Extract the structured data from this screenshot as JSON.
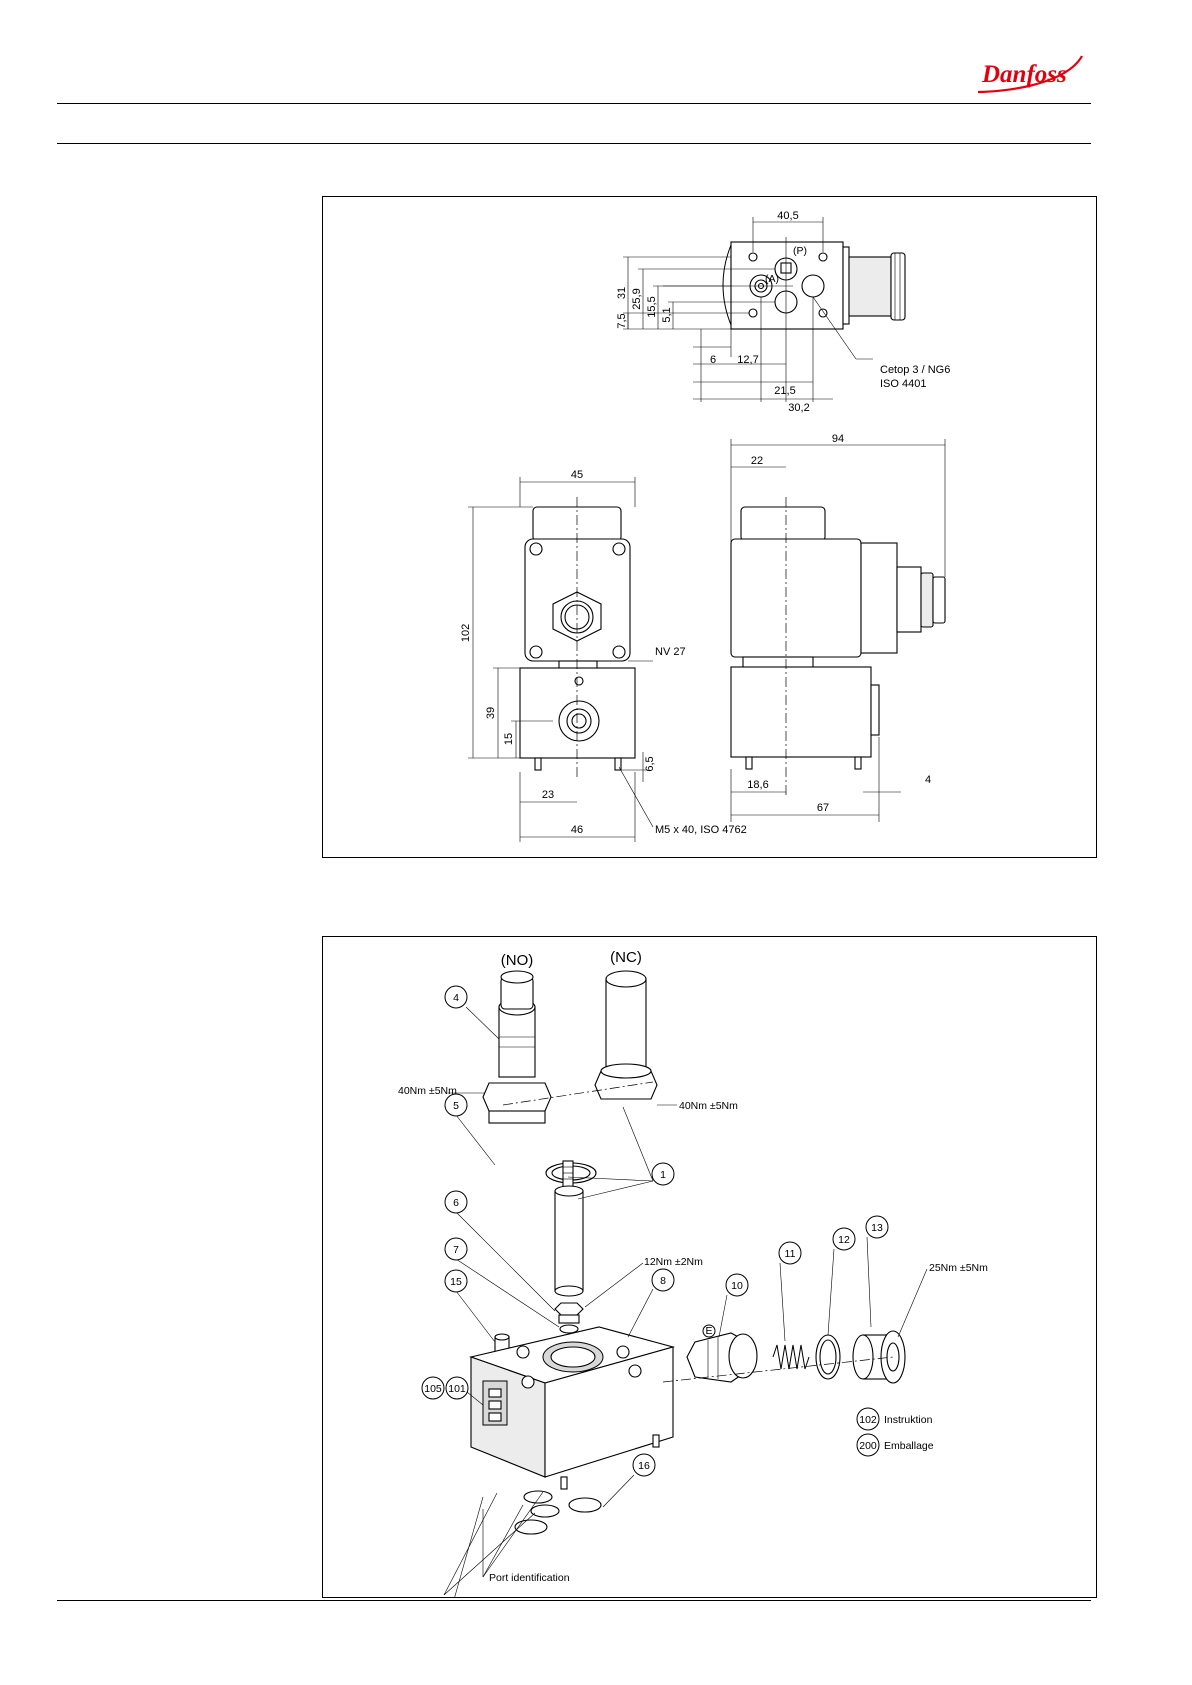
{
  "brand": {
    "name": "Danfoss",
    "color": "#e2000f"
  },
  "dimension_drawing": {
    "dimensions": [
      "40,5",
      "31",
      "25,9",
      "15,5",
      "5,1",
      "7,5",
      "6",
      "12,7",
      "21,5",
      "30,2",
      "94",
      "22",
      "45",
      "102",
      "39",
      "15",
      "6,5",
      "23",
      "46",
      "18,6",
      "67",
      "4"
    ],
    "port_labels": {
      "p": "(P)",
      "a": "(A)"
    },
    "callouts": {
      "cetop_1": "Cetop 3 / NG6",
      "cetop_2": "ISO 4401",
      "nut": "NV 27",
      "screw": "M5 x 40, ISO 4762"
    }
  },
  "exploded_view": {
    "variants": {
      "no": "(NO)",
      "nc": "(NC)"
    },
    "parts": [
      "4",
      "5",
      "1",
      "6",
      "7",
      "15",
      "105",
      "101",
      "8",
      "10",
      "11",
      "12",
      "13",
      "16",
      "102",
      "200"
    ],
    "torques": {
      "armature_left": "40Nm ±5Nm",
      "armature_right": "40Nm ±5Nm",
      "seat": "12Nm ±2Nm",
      "plug": "25Nm ±5Nm"
    },
    "legend": [
      {
        "number": "102",
        "label": "Instruktion"
      },
      {
        "number": "200",
        "label": "Emballage"
      }
    ],
    "port_identification": "Port identification",
    "port_mark": "E"
  }
}
